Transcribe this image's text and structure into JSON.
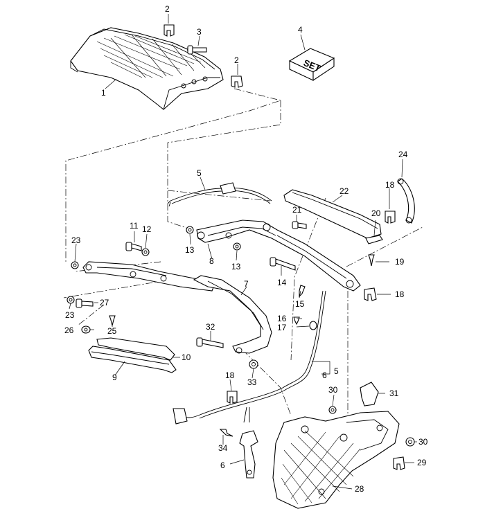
{
  "diagram": {
    "set_label": "SET",
    "callouts": {
      "c1": "1",
      "c2a": "2",
      "c2b": "2",
      "c3": "3",
      "c4": "4",
      "c5a": "5",
      "c5b": "5",
      "c6a": "6",
      "c6b": "6",
      "c7": "7",
      "c8": "8",
      "c9": "9",
      "c10": "10",
      "c11": "11",
      "c12": "12",
      "c13a": "13",
      "c13b": "13",
      "c14": "14",
      "c15": "15",
      "c16": "16",
      "c17": "17",
      "c18a": "18",
      "c18b": "18",
      "c18c": "18",
      "c19": "19",
      "c20": "20",
      "c21": "21",
      "c22": "22",
      "c23a": "23",
      "c23b": "23",
      "c24": "24",
      "c25": "25",
      "c26": "26",
      "c27": "27",
      "c28": "28",
      "c29": "29",
      "c30a": "30",
      "c30b": "30",
      "c31": "31",
      "c32": "32",
      "c33": "33",
      "c34": "34"
    }
  }
}
